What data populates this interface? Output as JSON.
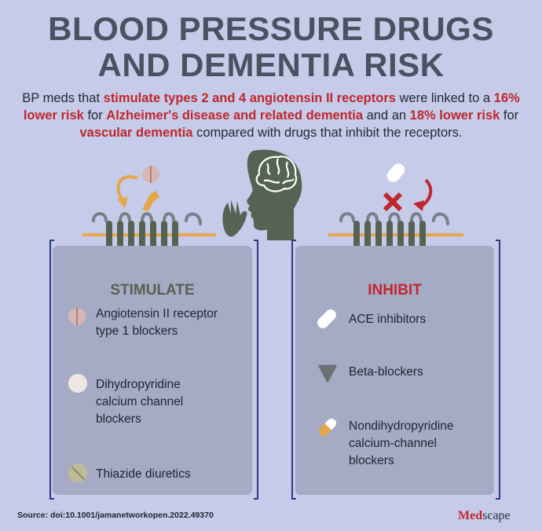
{
  "title": {
    "line1": "BLOOD PRESSURE DRUGS",
    "line2": "AND DEMENTIA RISK"
  },
  "intro": {
    "p1": "BP meds that ",
    "h1": "stimulate types 2 and 4 angiotensin II receptors",
    "p2": " were linked to a ",
    "h2": "16% lower risk",
    "p3": " for ",
    "h3": "Alzheimer's disease and related dementia",
    "p4": " and an ",
    "h4": "18% lower risk",
    "p5": " for ",
    "h5": "vascular dementia",
    "p6": " compared with drugs that inhibit the receptors."
  },
  "stimulate": {
    "heading": "STIMULATE",
    "items": [
      {
        "line1": "Angiotensin II receptor",
        "line2": "type 1 blockers",
        "icon": "pink-pill-icon"
      },
      {
        "line1": "Dihydropyridine",
        "line2": "calcium channel",
        "line3": "blockers",
        "icon": "white-round-pill-icon"
      },
      {
        "line1": "Thiazide diuretics",
        "icon": "olive-pill-icon"
      }
    ]
  },
  "inhibit": {
    "heading": "INHIBIT",
    "items": [
      {
        "line1": "ACE inhibitors",
        "icon": "white-capsule-icon"
      },
      {
        "line1": "Beta-blockers",
        "icon": "gray-triangle-pill-icon"
      },
      {
        "line1": "Nondihydropyridine",
        "line2": "calcium-channel",
        "line3": "blockers",
        "icon": "orange-capsule-icon"
      }
    ]
  },
  "source": "Source: doi:10.1001/jamanetworkopen.2022.49370",
  "logo": {
    "part1": "Med",
    "part2": "scape"
  },
  "colors": {
    "background": "#c5cbe8",
    "panel": "#a5abc4",
    "accent_red": "#c0272d",
    "title": "#4a5261",
    "receptor": "#566352",
    "membrane": "#e6a64a",
    "bracket": "#2b3a8a"
  }
}
